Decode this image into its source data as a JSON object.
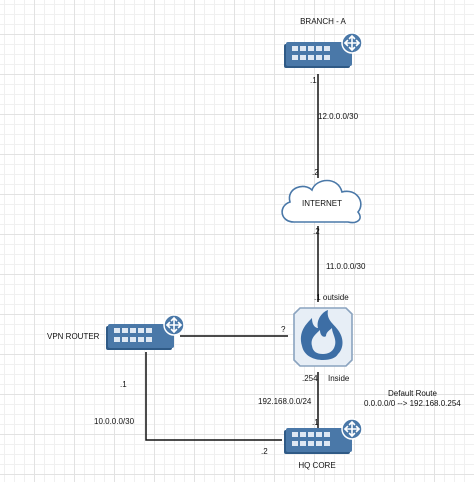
{
  "colors": {
    "router_body": "#4a78a8",
    "router_body_dark": "#2f5a86",
    "port": "#dfe8f3",
    "firewall_bg": "#e7eef6",
    "firewall_border": "#8aa3bf",
    "flame": "#3d6ea5",
    "wire": "#111111"
  },
  "nodes": {
    "branch_a": {
      "label": "BRANCH - A",
      "icon": "router-icon"
    },
    "internet": {
      "label": "INTERNET",
      "icon": "cloud-icon"
    },
    "firewall": {
      "icon": "firewall-flame-icon"
    },
    "vpn_router": {
      "label": "VPN ROUTER",
      "icon": "router-icon"
    },
    "hq_core": {
      "label": "HQ CORE",
      "icon": "router-icon"
    }
  },
  "links": {
    "branch_internet": {
      "subnet": "12.0.0.0/30",
      "branch_end": ".1",
      "internet_end": ".2"
    },
    "internet_firewall": {
      "subnet": "11.0.0.0/30",
      "internet_end": ".2",
      "firewall_end": ".1 outside"
    },
    "vpn_firewall": {
      "firewall_end": "?"
    },
    "firewall_hq": {
      "subnet": "192.168.0.0/24",
      "firewall_end": ".254",
      "firewall_side": "Inside",
      "hq_end": ".1"
    },
    "vpn_hq": {
      "subnet": "10.0.0.0/30",
      "vpn_end": ".1",
      "hq_end": ".2"
    }
  },
  "annotation": {
    "title": "Default Route",
    "route": "0.0.0.0/0 --> 192.168.0.254"
  }
}
